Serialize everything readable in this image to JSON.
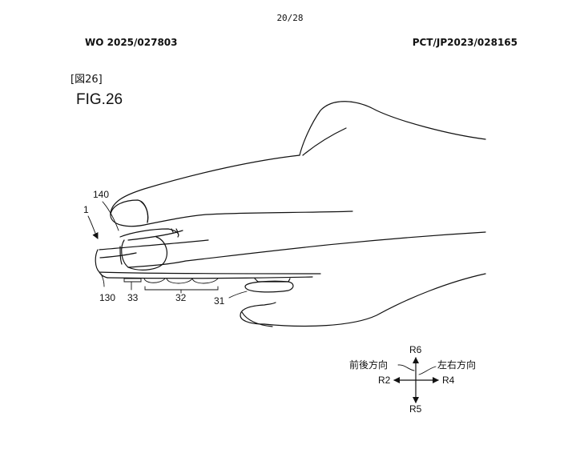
{
  "header": {
    "page_number": "20/28",
    "publication_number": "WO 2025/027803",
    "application_number": "PCT/JP2023/028165"
  },
  "figure": {
    "bracket_label": "[図26]",
    "title": "FIG.26",
    "reference_labels": {
      "device": "1",
      "upper_part": "140",
      "front_part": "130",
      "small_buttons": "33",
      "button_row": "32",
      "stick": "31"
    },
    "directions": {
      "up": "R6",
      "down": "R5",
      "left": "R2",
      "right": "R4",
      "front_back_label": "前後方向",
      "left_right_label": "左右方向"
    }
  }
}
